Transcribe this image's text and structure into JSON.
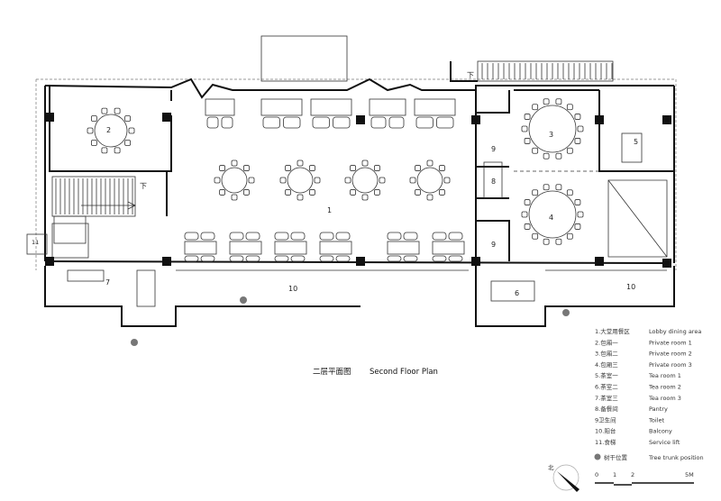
{
  "title": {
    "zh": "二层平面图",
    "en": "Second Floor Plan"
  },
  "stair_down_label": "下",
  "room_labels": [
    {
      "id": "lobby",
      "text": "1"
    },
    {
      "id": "private-1",
      "text": "2"
    },
    {
      "id": "private-2",
      "text": "3"
    },
    {
      "id": "private-3",
      "text": "4"
    },
    {
      "id": "tea-1",
      "text": "5"
    },
    {
      "id": "tea-2",
      "text": "6"
    },
    {
      "id": "tea-3",
      "text": "7"
    },
    {
      "id": "pantry",
      "text": "8"
    },
    {
      "id": "toilet-a",
      "text": "9"
    },
    {
      "id": "toilet-b",
      "text": "9"
    },
    {
      "id": "balcony-a",
      "text": "10"
    },
    {
      "id": "balcony-b",
      "text": "10"
    },
    {
      "id": "service-lift",
      "text": "11"
    }
  ],
  "legend": [
    {
      "zh": "1.大堂用餐区",
      "en": "Lobby dining area"
    },
    {
      "zh": "2.包厢一",
      "en": "Private room 1"
    },
    {
      "zh": "3.包厢二",
      "en": "Private room 2"
    },
    {
      "zh": "4.包厢三",
      "en": "Private room 3"
    },
    {
      "zh": "5.茶室一",
      "en": "Tea room 1"
    },
    {
      "zh": "6.茶室二",
      "en": "Tea room 2"
    },
    {
      "zh": "7.茶室三",
      "en": "Tea room 3"
    },
    {
      "zh": "8.备餐间",
      "en": "Pantry"
    },
    {
      "zh": "9卫生间",
      "en": "Toilet"
    },
    {
      "zh": "10.阳台",
      "en": "Balcony"
    },
    {
      "zh": "11.食梯",
      "en": "Service lift"
    }
  ],
  "tree_legend": {
    "zh": "树干位置",
    "en": "Tree trunk position"
  },
  "north_label": "北",
  "scale": {
    "ticks": [
      "0",
      "1",
      "2",
      "5M"
    ]
  },
  "colors": {
    "line": "#111111",
    "tree": "#777777"
  }
}
